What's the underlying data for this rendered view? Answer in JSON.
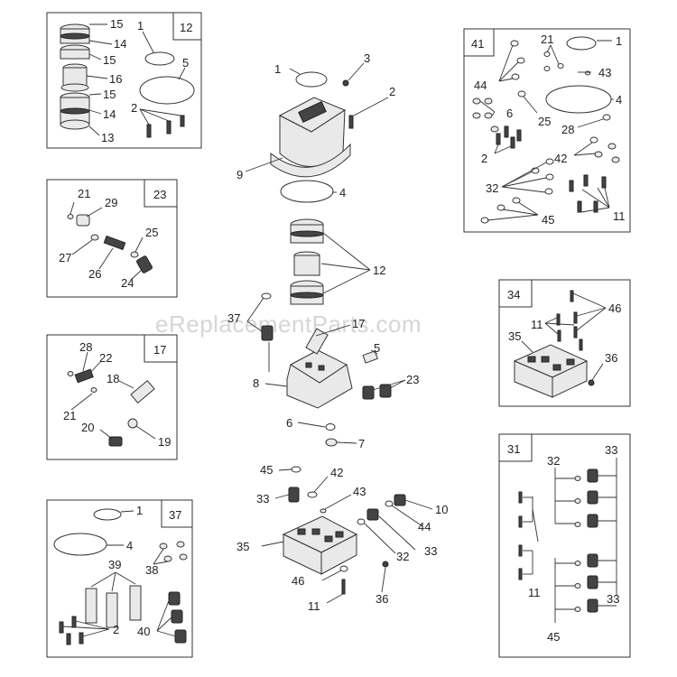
{
  "watermark": "eReplacementParts.com",
  "kits": {
    "k12": {
      "number": "12"
    },
    "k23": {
      "number": "23"
    },
    "k17": {
      "number": "17"
    },
    "k37": {
      "number": "37"
    },
    "k41": {
      "number": "41"
    },
    "k34": {
      "number": "34"
    },
    "k31": {
      "number": "31"
    }
  },
  "labels": {
    "k12": [
      "15",
      "14",
      "15",
      "16",
      "15",
      "14",
      "13",
      "1",
      "5",
      "2"
    ],
    "k23": [
      "21",
      "29",
      "27",
      "26",
      "25",
      "24"
    ],
    "k17": [
      "28",
      "22",
      "18",
      "21",
      "20",
      "19"
    ],
    "k37": [
      "1",
      "4",
      "39",
      "38",
      "2",
      "40"
    ],
    "k41": [
      "21",
      "1",
      "44",
      "43",
      "6",
      "4",
      "25",
      "28",
      "2",
      "42",
      "32",
      "45",
      "11"
    ],
    "k34": [
      "46",
      "11",
      "35",
      "36"
    ],
    "k31": [
      "32",
      "33",
      "11",
      "45",
      "33"
    ],
    "center": [
      "1",
      "3",
      "2",
      "9",
      "4",
      "12",
      "37",
      "17",
      "5",
      "8",
      "23",
      "6",
      "7",
      "45",
      "42",
      "33",
      "43",
      "10",
      "44",
      "35",
      "32",
      "33",
      "46",
      "36",
      "11"
    ]
  }
}
